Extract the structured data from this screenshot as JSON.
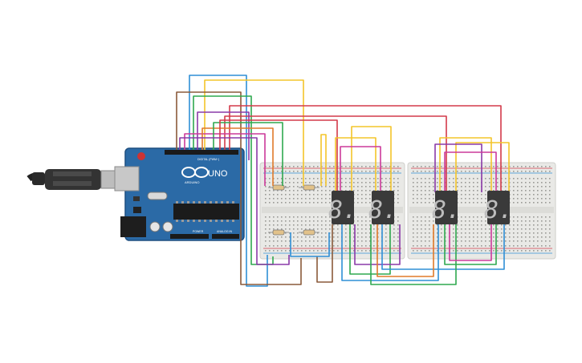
{
  "arduino": {
    "model_label": "UNO",
    "brand_label": "ARDUINO",
    "digital_header_label": "DIGITAL (PWM~)",
    "power_header_label": "POWER",
    "analog_header_label": "ANALOG IN"
  },
  "displays": [
    {
      "digit": "8."
    },
    {
      "digit": "8."
    },
    {
      "digit": "8."
    },
    {
      "digit": "8."
    }
  ],
  "colors": {
    "wire_red": "#d33a4a",
    "wire_yellow": "#f3c52a",
    "wire_green": "#2fa84f",
    "wire_blue": "#2f8fd6",
    "wire_purple": "#8a3aa8",
    "wire_magenta": "#cc3a9a",
    "wire_orange": "#e07a2a",
    "wire_brown": "#8a5a3a",
    "board_blue": "#2b6aa6",
    "breadboard": "#e9e9e6",
    "display_body": "#3a3a3a"
  }
}
